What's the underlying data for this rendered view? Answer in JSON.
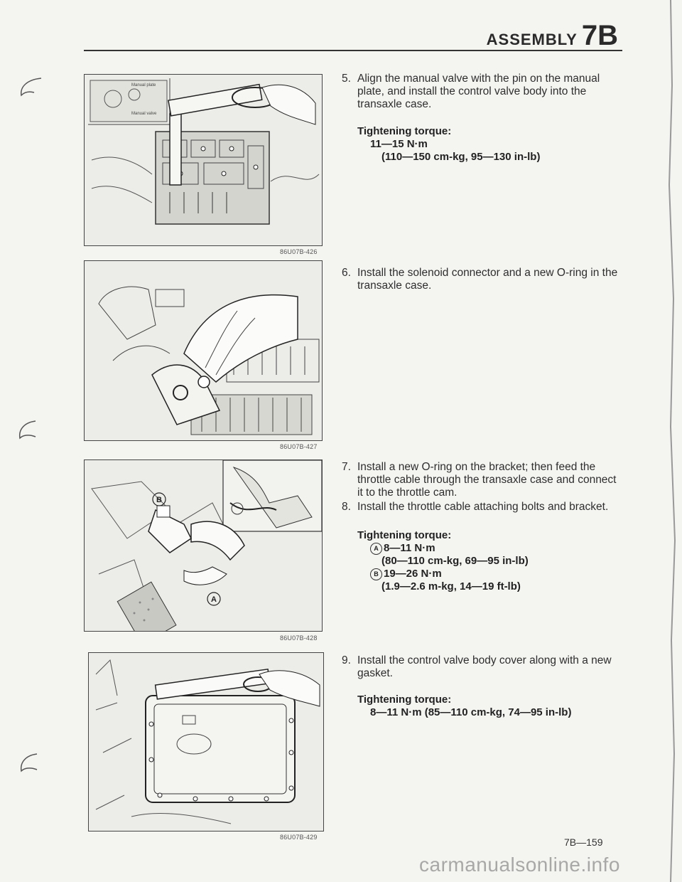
{
  "header": {
    "section_word": "ASSEMBLY",
    "section_code": "7B"
  },
  "figures": [
    {
      "caption": "86U07B-426",
      "inset_labels": [
        "Manual plate",
        "Manual valve"
      ]
    },
    {
      "caption": "86U07B-427"
    },
    {
      "caption": "86U07B-428",
      "callouts": [
        "B",
        "A"
      ]
    },
    {
      "caption": "86U07B-429"
    }
  ],
  "steps": [
    {
      "number": "5.",
      "text": "Align the manual valve with the pin on the manual plate, and install the control valve body into the transaxle case.",
      "torque_heading": "Tightening torque:",
      "torque_lines": [
        "11—15 N·m",
        "(110—150 cm-kg, 95—130 in-lb)"
      ]
    },
    {
      "number": "6.",
      "text": "Install the solenoid connector and a new O-ring in the transaxle case."
    },
    {
      "number": "7.",
      "text": "Install a new O-ring on the bracket; then feed the throttle cable through the transaxle case and connect it to the throttle cam."
    },
    {
      "number": "8.",
      "text": "Install the throttle cable attaching bolts and bracket.",
      "torque_heading": "Tightening torque:",
      "torque_items": [
        {
          "marker": "A",
          "value": "8—11 N·m",
          "detail": "(80—110 cm-kg, 69—95 in-lb)"
        },
        {
          "marker": "B",
          "value": "19—26 N·m",
          "detail": "(1.9—2.6 m-kg, 14—19 ft-lb)"
        }
      ]
    },
    {
      "number": "9.",
      "text": "Install the control valve body cover along with a new gasket.",
      "torque_heading": "Tightening torque:",
      "torque_lines": [
        "8—11 N·m (85—110 cm-kg, 74—95 in-lb)"
      ]
    }
  ],
  "page_number": "7B—159",
  "watermark": "carmanualsonline.info"
}
